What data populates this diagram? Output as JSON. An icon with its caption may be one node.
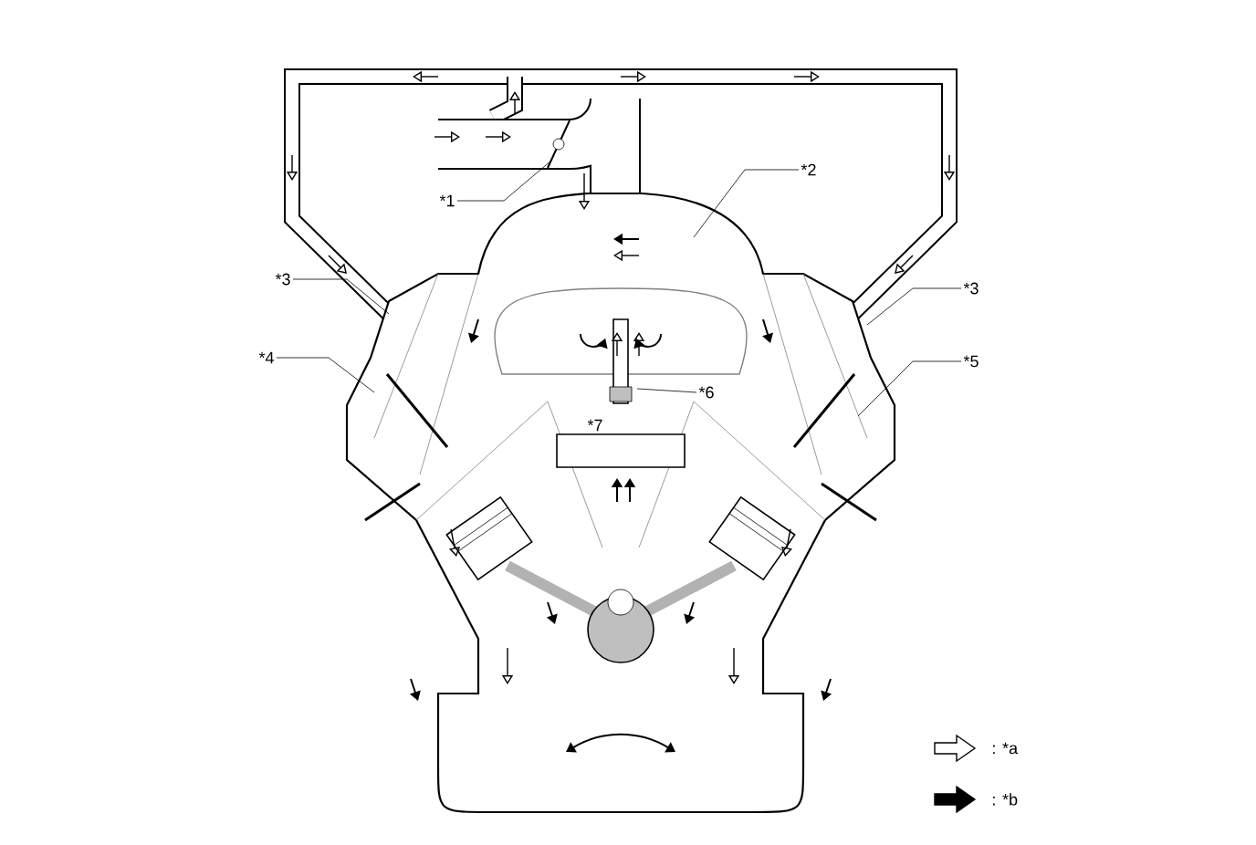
{
  "diagram": {
    "nodes": [
      {
        "text": [
          "*1"
        ]
      },
      {
        "text": [
          "*2"
        ]
      },
      {
        "text": [
          "*3"
        ]
      },
      {
        "text": [
          "*3"
        ]
      },
      {
        "text": [
          "*4"
        ]
      },
      {
        "text": [
          "*5"
        ]
      },
      {
        "text": [
          "*6"
        ]
      }
    ],
    "edges": [
      {
        "from": 0,
        "to": null,
        "arrow": "none"
      },
      {
        "from": 1,
        "to": null,
        "arrow": "none"
      },
      {
        "from": 2,
        "to": null,
        "arrow": "none"
      },
      {
        "from": 3,
        "to": null,
        "arrow": "none"
      },
      {
        "from": 4,
        "to": null,
        "arrow": "none"
      },
      {
        "from": 5,
        "to": null,
        "arrow": "none"
      },
      {
        "from": 6,
        "to": null,
        "arrow": "none"
      }
    ],
    "labels": [
      "*7"
    ],
    "legend": [
      {
        "text": ": *a"
      },
      {
        "text": ": *b"
      }
    ]
  }
}
